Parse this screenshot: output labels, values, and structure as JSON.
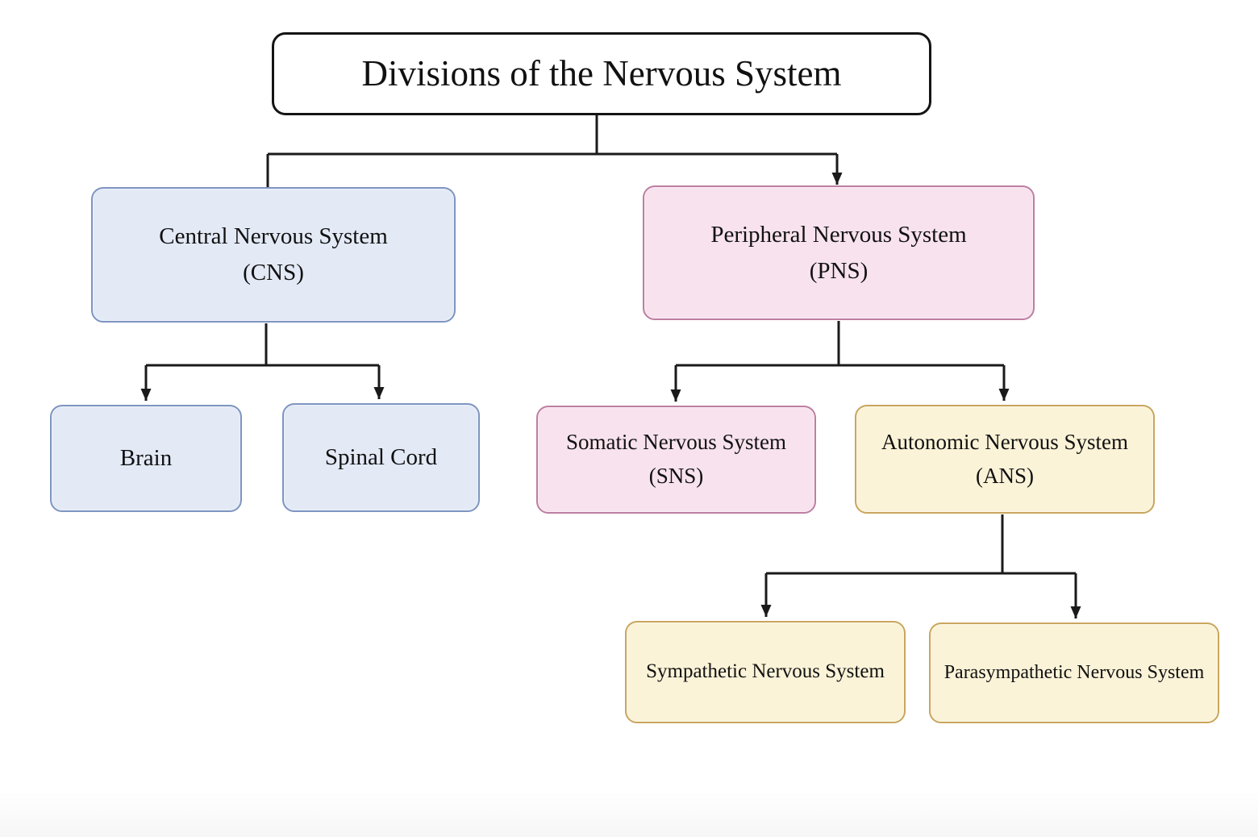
{
  "diagram": {
    "title": "Divisions of the Nervous System",
    "nodes": {
      "cns": {
        "line1": "Central Nervous System",
        "line2": "(CNS)"
      },
      "pns": {
        "line1": "Peripheral Nervous System",
        "line2": "(PNS)"
      },
      "brain": {
        "label": "Brain"
      },
      "spinal": {
        "label": "Spinal Cord"
      },
      "sns": {
        "line1": "Somatic Nervous System",
        "line2": "(SNS)"
      },
      "ans": {
        "line1": "Autonomic Nervous System",
        "line2": "(ANS)"
      },
      "sympathetic": {
        "label": "Sympathetic Nervous System"
      },
      "parasympathetic": {
        "label": "Parasympathetic Nervous System"
      }
    },
    "colors": {
      "blue_fill": "#e3eaf6",
      "blue_border": "#7e95c1",
      "pink_fill": "#f7e2ee",
      "pink_border": "#bd7fa1",
      "yellow_fill": "#fbf3d8",
      "yellow_border": "#c9a65e",
      "line_color": "#1a1a1a",
      "title_border": "#141414",
      "title_fill": "#ffffff"
    }
  }
}
